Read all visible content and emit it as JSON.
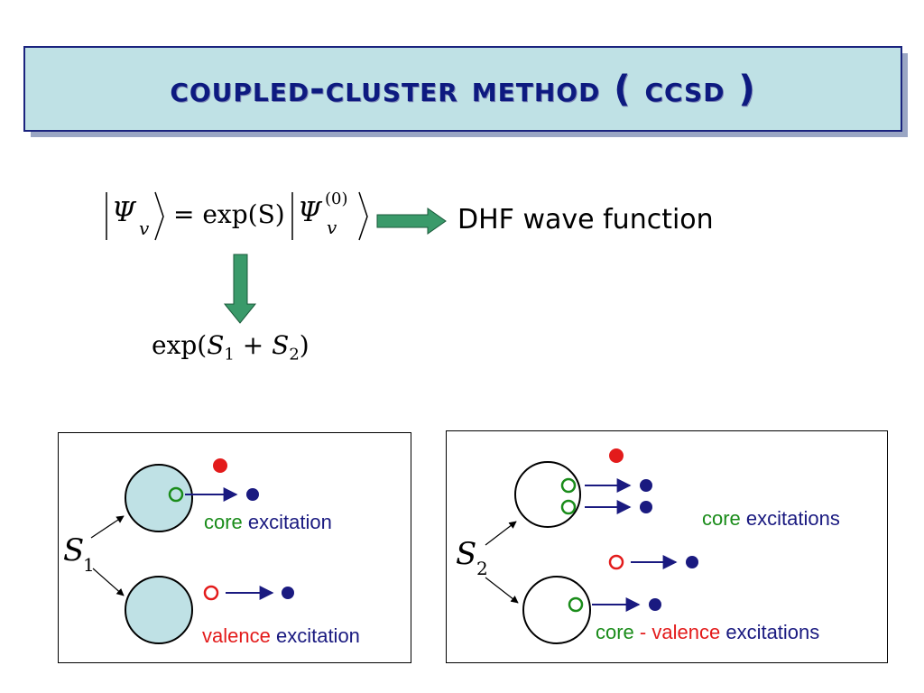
{
  "title": "Coupled-Cluster Method ( CCSD )",
  "equation": {
    "psi_v": "Ψ",
    "sub_v": "v",
    "eq_exp": "= exp(S)",
    "psi0": "Ψ",
    "sup0": "(0)",
    "sub0": "v",
    "arrow_label": "DHF wave function",
    "expansion_pre": "exp(",
    "S1": "S",
    "S1_sub": "1",
    "plus": " + ",
    "S2": "S",
    "S2_sub": "2",
    "expansion_post": ")"
  },
  "panel_left": {
    "symbol": "S",
    "symbol_sub": "1",
    "core_word": "core",
    "core_rest": "excitation",
    "valence_word": "valence",
    "valence_rest": "excitation"
  },
  "panel_right": {
    "symbol": "S",
    "symbol_sub": "2",
    "core_word": "core",
    "core_rest": "excitations",
    "cv_core": "core",
    "cv_dash": " - ",
    "cv_valence": "valence",
    "cv_rest": "excitations"
  },
  "colors": {
    "title_bg": "#bfe1e5",
    "title_text": "#0d1a80",
    "arrow_fill": "#3a9a6a",
    "core_green": "#1a8c1a",
    "valence_red": "#e31b1b",
    "navy": "#1a1a80",
    "circle_fill": "#bfe1e5"
  }
}
